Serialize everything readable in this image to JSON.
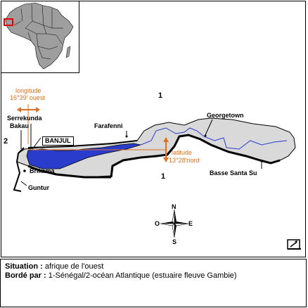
{
  "map": {
    "country_labels": {
      "north": "1",
      "south": "1",
      "west": "2"
    },
    "cities": [
      {
        "id": "serrekunda",
        "name": "Serrekunda"
      },
      {
        "id": "bakau",
        "name": "Bakau"
      },
      {
        "id": "banjul",
        "name": "BANJUL"
      },
      {
        "id": "brikama",
        "name": "Brikama"
      },
      {
        "id": "guntur",
        "name": "Guntur"
      },
      {
        "id": "farafenni",
        "name": "Farafenni"
      },
      {
        "id": "georgetown",
        "name": "Georgetown"
      },
      {
        "id": "basse",
        "name": "Basse Santa Su"
      }
    ],
    "longitude": {
      "line1": "longitude",
      "line2": "16°39' ouest"
    },
    "latitude": {
      "line1": "latitude",
      "line2": "13°28'nord"
    },
    "compass": {
      "n": "N",
      "s": "S",
      "e": "E",
      "w": "O"
    },
    "colors": {
      "land": "#d9d9d9",
      "water": "#2a3ccc",
      "coordinates": "#e07020",
      "inset_highlight": "#e00000"
    },
    "icons": {
      "tool": "resize-icon"
    }
  },
  "info": {
    "situation_label": "Situation :",
    "situation_value": "afrique de l'ouest",
    "borders_label": "Bordé par :",
    "borders_value": "1-Sénégal/2-océan Atlantique (estuaire fleuve Gambie)"
  }
}
